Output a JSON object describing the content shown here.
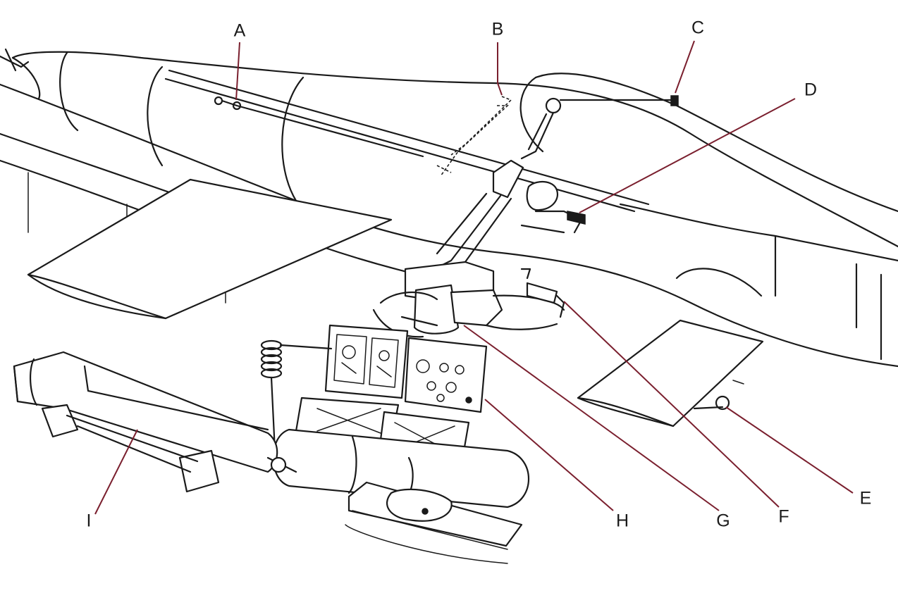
{
  "diagram": {
    "callouts": [
      {
        "id": "A",
        "label": "A"
      },
      {
        "id": "B",
        "label": "B"
      },
      {
        "id": "C",
        "label": "C"
      },
      {
        "id": "D",
        "label": "D"
      },
      {
        "id": "E",
        "label": "E"
      },
      {
        "id": "F",
        "label": "F"
      },
      {
        "id": "G",
        "label": "G"
      },
      {
        "id": "H",
        "label": "H"
      },
      {
        "id": "I",
        "label": "I"
      }
    ],
    "leader_color": "#7a1f2e",
    "ink_color": "#1a1a1a",
    "background": "#ffffff"
  }
}
